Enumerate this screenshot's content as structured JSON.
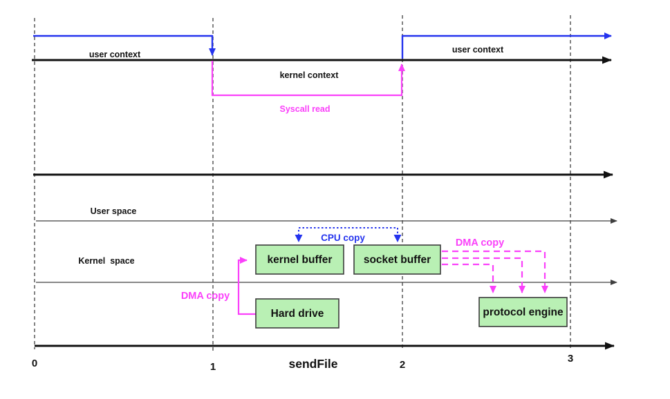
{
  "colors": {
    "ink": "#111111",
    "thin": "#3f3f3f",
    "grid": "#4d4d4d",
    "blue": "#2433ee",
    "magenta": "#fa40fa",
    "green": "#b9f0b4",
    "border": "#3b3b3b"
  },
  "timeline_top": {
    "user_context_left": "user context",
    "kernel_context": "kernel context",
    "syscall_read": "Syscall read",
    "user_context_right": "user context"
  },
  "spaces": {
    "user_space": "User space",
    "kernel_space": "Kernel  space"
  },
  "boxes": {
    "kernel_buffer": "kernel buffer",
    "socket_buffer": "socket buffer",
    "hard_drive": "Hard drive",
    "protocol_engine": "protocol engine"
  },
  "copies": {
    "cpu_copy": "CPU copy",
    "dma_copy_disk": "DMA copy",
    "dma_copy_net": "DMA copy"
  },
  "axis": {
    "ticks": [
      "0",
      "1",
      "2",
      "3"
    ],
    "label": "sendFile"
  }
}
